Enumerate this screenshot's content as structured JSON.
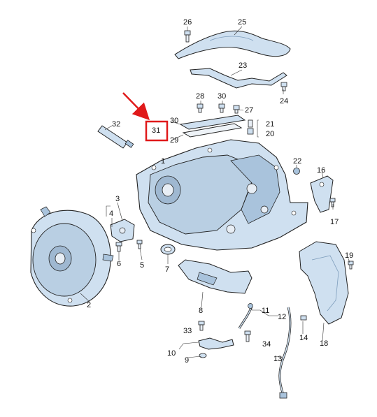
{
  "diagram": {
    "highlight_color": "#e0191a",
    "part_fill": "#cfe0f0",
    "part_dark": "#a9c3dc",
    "line_color": "#222222",
    "callouts": {
      "n26": "26",
      "n25": "25",
      "n23": "23",
      "n24": "24",
      "n28": "28",
      "n30a": "30",
      "n27": "27",
      "n21": "21",
      "n20": "20",
      "n32": "32",
      "n31": "31",
      "n30": "30",
      "n29": "29",
      "n22": "22",
      "n16": "16",
      "n17": "17",
      "n3": "3",
      "n4": "4",
      "n1": "1",
      "n6": "6",
      "n5": "5",
      "n7": "7",
      "n19": "19",
      "n2": "2",
      "n8": "8",
      "n11": "11",
      "n12": "12",
      "n14": "14",
      "n18": "18",
      "n33": "33",
      "n34": "34",
      "n10": "10",
      "n9": "9",
      "n13": "13"
    }
  }
}
